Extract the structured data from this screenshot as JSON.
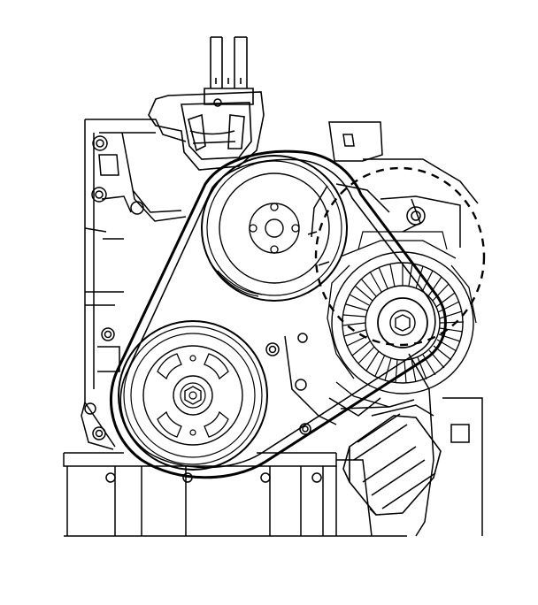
{
  "diagram": {
    "kind": "line-drawing",
    "subject_components": [
      "crankshaft-pulley",
      "water-pump-pulley",
      "alternator",
      "drive-belt",
      "oil-filter",
      "engine-block",
      "engine-bracket",
      "mounting-bolts"
    ],
    "dashed_outline": "circular-callout-around-alternator"
  },
  "colors": {
    "background": "#ffffff",
    "line": "#000000"
  },
  "icons": {
    "drive_belt": "drive-belt-icon",
    "pulley": "pulley-icon",
    "alternator": "alternator-icon",
    "oil_filter": "oil-filter-icon"
  }
}
